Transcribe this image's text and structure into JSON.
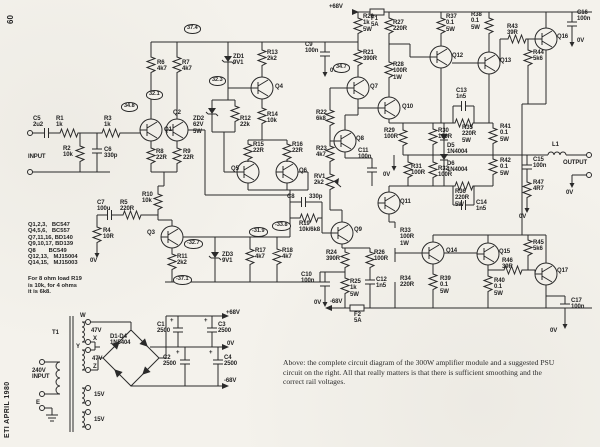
{
  "page": {
    "number": "60",
    "magazine": "ETI APRIL 1980"
  },
  "caption": "Above: the complete circuit diagram of the 300W amplifier module and a suggested PSU circuit on the right. All that really matters is that there is sufficient smoothing and the correct rail voltages.",
  "transistor_table": "Q1,2,3,   BC547\nQ4,5,6,   BC557\nQ7,11,16, BD140\nQ9,10,17, BD139\nQ8        BC549\nQ12,13,   MJ15004\nQ14,15,   MJ15003",
  "r19_note": "For 8 ohm load R19\nis 10k, for 4 ohms\nit is 6k8.",
  "labels": {
    "C5": "C5\n2u2",
    "R1": "R1\n1k",
    "R3": "R3\n1k",
    "INPUT": "INPUT",
    "R2": "R2\n10k",
    "C6": "C6\n330p",
    "R6": "R6\n4k7",
    "R7": "R7\n4k7",
    "Q1": "Q1",
    "Q2": "Q2",
    "R8": "R8\n22R",
    "R9": "R9\n22R",
    "R10": "R10\n10k",
    "C7": "C7\n100u",
    "R5": "R5\n220R",
    "R4": "R4\n10R",
    "Q3": "Q3",
    "R11": "R11\n2k2",
    "ZD3": "ZD3\n9V1",
    "R17": "R17\n4k7",
    "R18": "R18\n4k7",
    "ZD1": "ZD1\n9V1",
    "ZD2": "ZD2\n62V\n5W",
    "R12": "R12\n22k",
    "R13": "R13\n2k2",
    "Q4": "Q4",
    "R14": "R14\n10k",
    "R15": "R15\n22R",
    "R16": "R16\n22R",
    "Q5": "Q5",
    "Q6": "Q6",
    "C8": "C8",
    "C8v": "330p",
    "R19": "R19\n10k/6k8",
    "Q9": "Q9",
    "R24": "R24\n390R",
    "R26": "R26\n100R",
    "C10": "C10\n100n",
    "R25": "R25\n1k\n5W",
    "C12": "C12\n1n5",
    "minus68": "-68V",
    "F2": "F2\n5A",
    "R33": "R33\n100R\n1W",
    "R34": "R34\n220R",
    "Q14": "Q14",
    "Q15": "Q15",
    "R39": "R39\n0.1\n5W",
    "R40": "R40\n0.1\n5W",
    "R45": "R45\n5k6",
    "R46": "R46\n39R",
    "Q17": "Q17",
    "C17": "C17\n100n",
    "R22": "R22\n6k8",
    "R23": "R23\n4k7",
    "RV1": "RV1\n2k2",
    "Q8": "Q8",
    "C11": "C11\n100n",
    "R29": "R29\n100R",
    "R30": "R30\n100R",
    "R31": "R31\n100R",
    "R32": "R32\n100R",
    "Q10": "Q10",
    "Q11": "Q11",
    "Q7": "Q7",
    "R21": "R21\n390R",
    "R20": "R20\n1k\n5W",
    "F1": "F1\n5A",
    "plus68": "+68V",
    "R27": "R27\n220R",
    "R28": "R28\n100R\n1W",
    "R37": "R37\n0.1\n5W",
    "Q12": "Q12",
    "R38": "R38\n0.1\n5W",
    "Q13": "Q13",
    "R43": "R43\n39R",
    "Q16": "Q16",
    "R44": "R44\n5k6",
    "C16": "C16\n100n",
    "C13": "C13\n1n5",
    "R35": "R35\n220R\n5W",
    "D5": "D5\n1N4004",
    "D6": "D6\n1N4004",
    "R36": "R36\n220R\n5W",
    "C14": "C14\n1n5",
    "R41": "R41\n0.1\n5W",
    "R42": "R42\n0.1\n5W",
    "L1": "L1",
    "OUTPUT": "OUTPUT",
    "C15": "C15\n100n",
    "R47": "R47\n4R7",
    "C9": "C9\n100n",
    "ov": "0V",
    "T1": "T1",
    "W": "W",
    "V47": "47V",
    "X": "X",
    "Y": "Y",
    "Z": "Z",
    "V240": "240V\nINPUT",
    "E": "E",
    "V15": "15V",
    "D14": "D1-D4\n1N5404",
    "C1": "C1\n2500",
    "C2": "C2\n2500",
    "C3": "C3\n2500",
    "C4": "C4\n2500",
    "plus": "+"
  },
  "bubbles": {
    "b37_4": "37.4",
    "b32_1": "32.1",
    "b34_8": "34.8",
    "b32_3": "32.3",
    "b34_7": "34.7",
    "bm32_7": "-32.7",
    "bm31_9": "-31.9",
    "bm33_8": "-33.8",
    "bm37_1": "-37.1"
  }
}
